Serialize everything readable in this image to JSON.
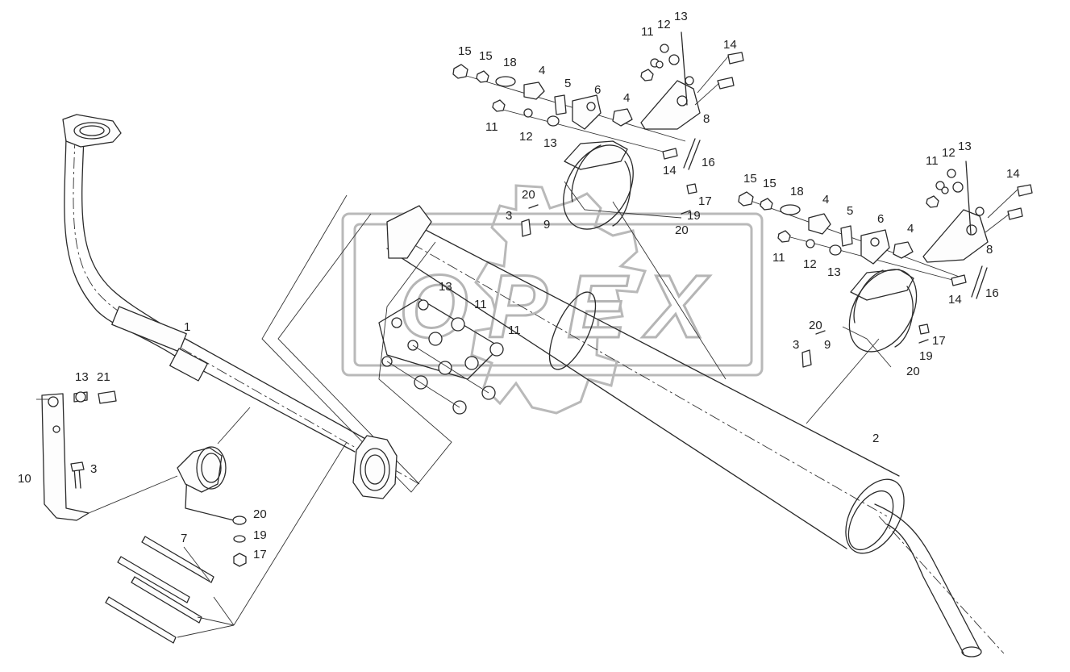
{
  "watermark": {
    "text": "OPEX"
  },
  "callouts": [
    {
      "id": "c1",
      "text": "1"
    },
    {
      "id": "c2",
      "text": "2"
    },
    {
      "id": "c3a",
      "text": "3"
    },
    {
      "id": "c3b",
      "text": "3"
    },
    {
      "id": "c3c",
      "text": "3"
    },
    {
      "id": "c4a",
      "text": "4"
    },
    {
      "id": "c4b",
      "text": "4"
    },
    {
      "id": "c4c",
      "text": "4"
    },
    {
      "id": "c4d",
      "text": "4"
    },
    {
      "id": "c5a",
      "text": "5"
    },
    {
      "id": "c5b",
      "text": "5"
    },
    {
      "id": "c6a",
      "text": "6"
    },
    {
      "id": "c6b",
      "text": "6"
    },
    {
      "id": "c7",
      "text": "7"
    },
    {
      "id": "c8a",
      "text": "8"
    },
    {
      "id": "c8b",
      "text": "8"
    },
    {
      "id": "c9a",
      "text": "9"
    },
    {
      "id": "c9b",
      "text": "9"
    },
    {
      "id": "c10",
      "text": "10"
    },
    {
      "id": "c11a",
      "text": "11"
    },
    {
      "id": "c11b",
      "text": "11"
    },
    {
      "id": "c11c",
      "text": "11"
    },
    {
      "id": "c11d",
      "text": "11"
    },
    {
      "id": "c11e",
      "text": "11"
    },
    {
      "id": "c11f",
      "text": "11"
    },
    {
      "id": "c12a",
      "text": "12"
    },
    {
      "id": "c12b",
      "text": "12"
    },
    {
      "id": "c12c",
      "text": "12"
    },
    {
      "id": "c12d",
      "text": "12"
    },
    {
      "id": "c13a",
      "text": "13"
    },
    {
      "id": "c13b",
      "text": "13"
    },
    {
      "id": "c13c",
      "text": "13"
    },
    {
      "id": "c13d",
      "text": "13"
    },
    {
      "id": "c13e",
      "text": "13"
    },
    {
      "id": "c13f",
      "text": "13"
    },
    {
      "id": "c14a",
      "text": "14"
    },
    {
      "id": "c14b",
      "text": "14"
    },
    {
      "id": "c14c",
      "text": "14"
    },
    {
      "id": "c14d",
      "text": "14"
    },
    {
      "id": "c15a",
      "text": "15"
    },
    {
      "id": "c15b",
      "text": "15"
    },
    {
      "id": "c15c",
      "text": "15"
    },
    {
      "id": "c15d",
      "text": "15"
    },
    {
      "id": "c16a",
      "text": "16"
    },
    {
      "id": "c16b",
      "text": "16"
    },
    {
      "id": "c17a",
      "text": "17"
    },
    {
      "id": "c17b",
      "text": "17"
    },
    {
      "id": "c17c",
      "text": "17"
    },
    {
      "id": "c18a",
      "text": "18"
    },
    {
      "id": "c18b",
      "text": "18"
    },
    {
      "id": "c19a",
      "text": "19"
    },
    {
      "id": "c19b",
      "text": "19"
    },
    {
      "id": "c19c",
      "text": "19"
    },
    {
      "id": "c20a",
      "text": "20"
    },
    {
      "id": "c20b",
      "text": "20"
    },
    {
      "id": "c20c",
      "text": "20"
    },
    {
      "id": "c20d",
      "text": "20"
    },
    {
      "id": "c20e",
      "text": "20"
    },
    {
      "id": "c21",
      "text": "21"
    }
  ]
}
